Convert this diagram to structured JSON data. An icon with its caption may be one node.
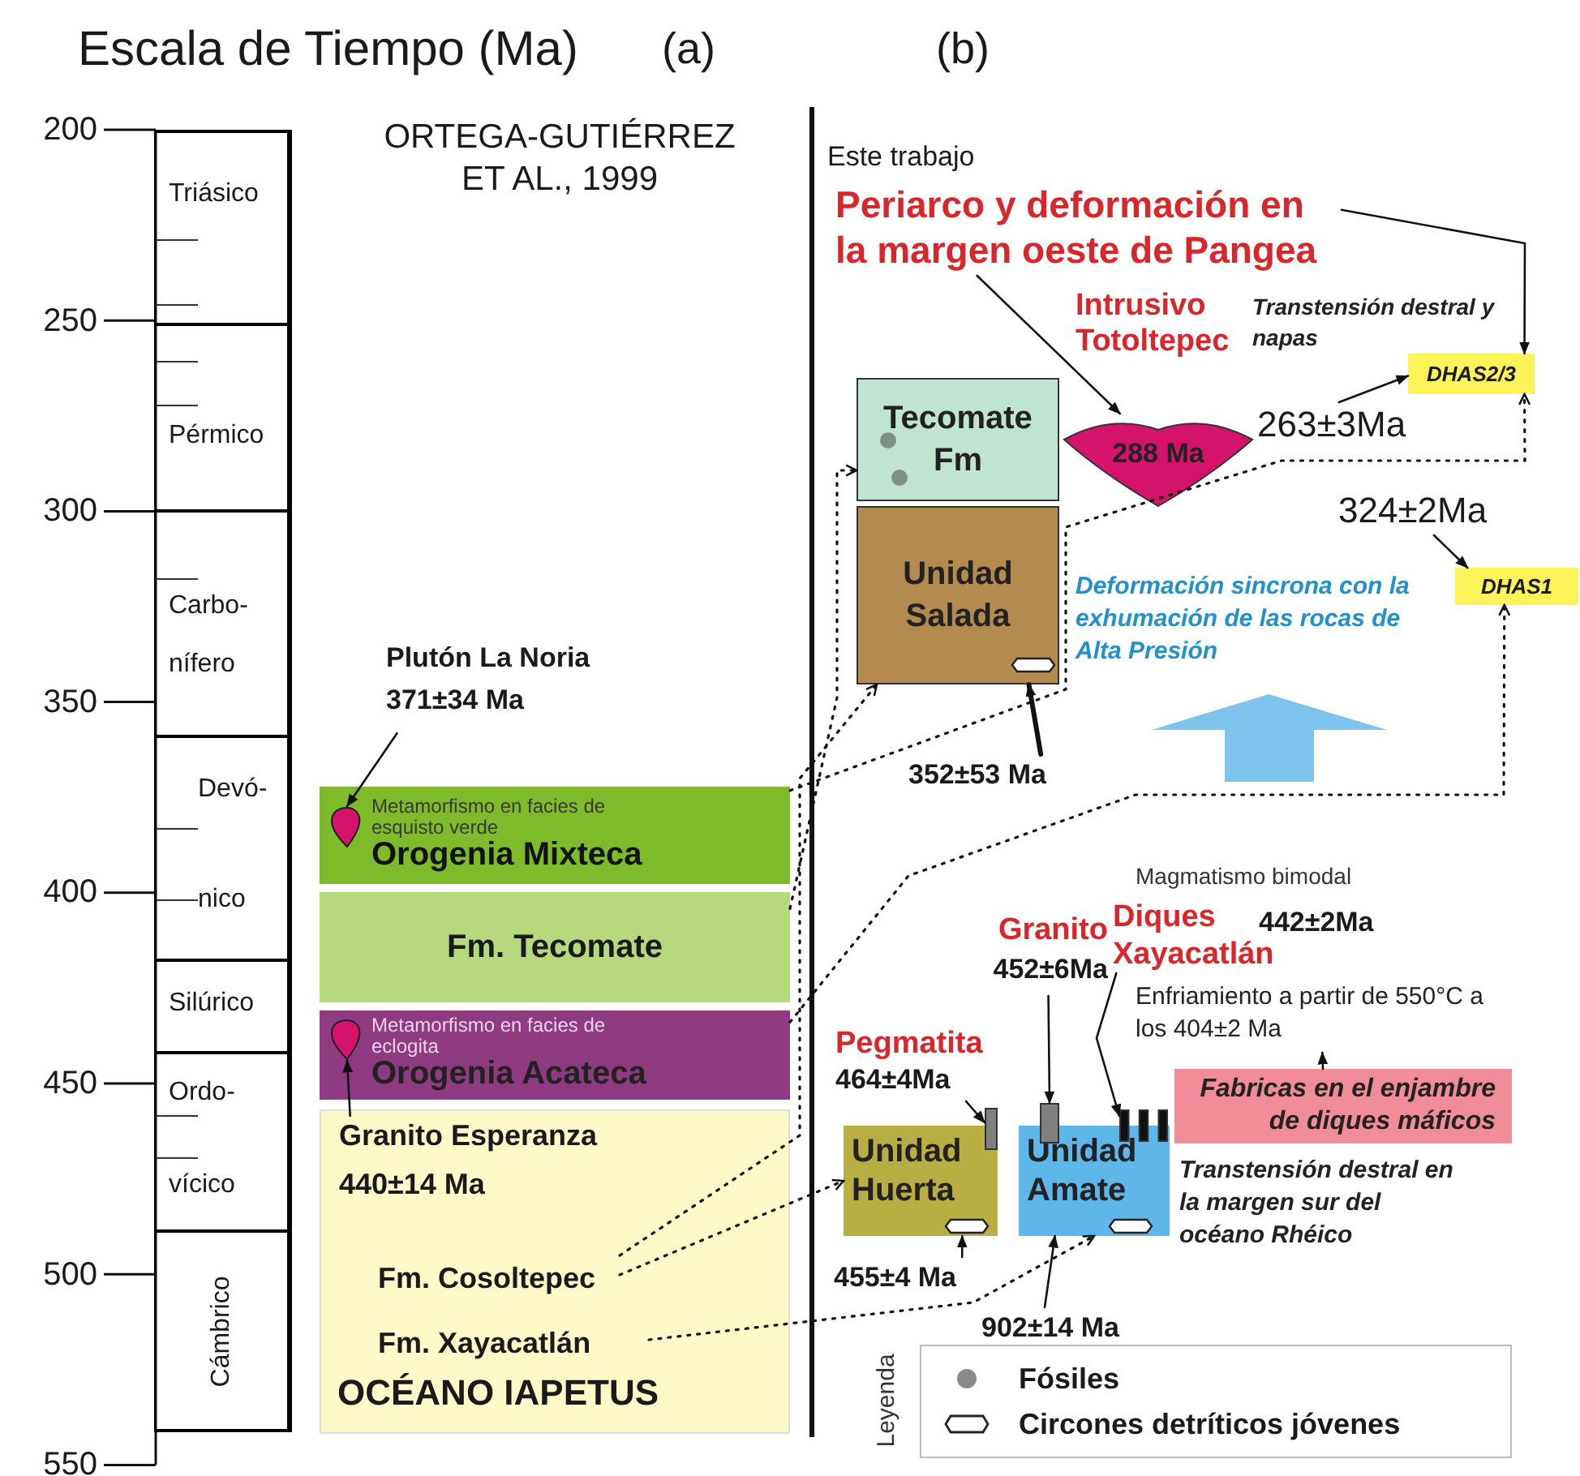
{
  "diagram": {
    "title": "Escala de Tiempo (Ma)",
    "nodes": [
      {
        "text": [
          "Triásico"
        ]
      },
      {
        "text": [
          "Pérmico"
        ]
      },
      {
        "text": [
          "Carbo- nífero"
        ]
      },
      {
        "text": [
          "Devó- nico"
        ]
      },
      {
        "text": [
          "Silúrico"
        ]
      },
      {
        "text": [
          "Ordo- vícico"
        ]
      },
      {
        "text": [
          "Cámbrico"
        ]
      },
      {
        "text": [
          "Plutón La Noria",
          "371±34 Ma"
        ]
      },
      {
        "text": [
          "Metamorfismo en facies de esquisto verde",
          "Orogenia Mixteca"
        ]
      },
      {
        "text": [],
        "shape": "drop",
        "in": 8
      },
      {
        "text": [
          "Fm. Tecomate"
        ]
      },
      {
        "text": [
          "Metamorfismo en facies de eclogita",
          "Orogenia Acateca"
        ]
      },
      {
        "text": [],
        "shape": "drop",
        "in": 11
      },
      {
        "text": [
          "OCÉANO IAPETUS"
        ]
      },
      {
        "text": [
          "Granito Esperanza",
          "440±14 Ma"
        ],
        "in": 13
      },
      {
        "text": [
          "Fm. Cosoltepec"
        ],
        "in": 13
      },
      {
        "text": [
          "Fm. Xayacatlán"
        ],
        "in": 13
      },
      {
        "text": [
          "Periarco y deformación en la margen oeste de Pangea"
        ]
      },
      {
        "text": [
          "Tecomate Fm"
        ]
      },
      {
        "text": [
          "Unidad Salada"
        ]
      },
      {
        "text": [
          "288 Ma"
        ]
      },
      {
        "text": [
          "DHAS2/3"
        ]
      },
      {
        "text": [
          "263±3Ma"
        ]
      },
      {
        "text": [
          "324±2Ma"
        ]
      },
      {
        "text": [
          "DHAS1"
        ]
      },
      {
        "text": [
          "352±53 Ma"
        ]
      },
      {
        "text": [
          "Granito",
          "452±6Ma"
        ]
      },
      {
        "text": [
          "Diques Xayacatlán"
        ],
        "beside": [
          "442±2Ma"
        ]
      },
      {
        "text": [
          "Enfriamiento a partir de 550°C a los 404±2 Ma"
        ]
      },
      {
        "text": [
          "Fabricas en el enjambre de diques máficos"
        ]
      },
      {
        "text": [
          "Pegmatita",
          "464±4Ma"
        ]
      },
      {
        "text": [
          "Unidad Huerta"
        ]
      },
      {
        "text": [],
        "shape": "bar"
      },
      {
        "text": [
          "Unidad Amate"
        ]
      },
      {
        "text": [],
        "shape": "bar"
      },
      {
        "text": [],
        "shape": "bar"
      },
      {
        "text": [
          "455±4 Ma"
        ]
      },
      {
        "text": [
          "902±14 Ma"
        ]
      }
    ],
    "edges": [
      {
        "from": 7,
        "to": 9,
        "arrow": "to"
      },
      {
        "from": 14,
        "to": 12,
        "arrow": "to"
      },
      {
        "from": 10,
        "to": 18,
        "arrow": "to",
        "style": "dashed"
      },
      {
        "from": 8,
        "to": 21,
        "arrow": "to",
        "style": "dashed"
      },
      {
        "from": 11,
        "to": 24,
        "arrow": "to",
        "style": "dashed"
      },
      {
        "from": 15,
        "to": 19,
        "arrow": "to",
        "style": "dashed"
      },
      {
        "from": 15,
        "to": 31,
        "arrow": "to",
        "style": "dashed"
      },
      {
        "from": 16,
        "to": 33,
        "arrow": "to",
        "style": "dashed"
      },
      {
        "from": 17,
        "to": 20,
        "arrow": "to"
      },
      {
        "from": 17,
        "to": 21,
        "arrow": "to"
      },
      {
        "from": 22,
        "to": 21,
        "arrow": "to"
      },
      {
        "from": 23,
        "to": 24,
        "arrow": "to"
      },
      {
        "from": 25,
        "to": 19,
        "arrow": "to",
        "style": "thick"
      },
      {
        "from": 30,
        "to": 32,
        "arrow": "to"
      },
      {
        "from": 26,
        "to": 34,
        "arrow": "to"
      },
      {
        "from": 27,
        "to": 35,
        "arrow": "to"
      },
      {
        "from": 29,
        "to": 28,
        "arrow": "to"
      },
      {
        "from": 36,
        "to": 31,
        "arrow": "to"
      },
      {
        "from": 37,
        "to": 33,
        "arrow": "to"
      }
    ],
    "labels": [
      "(a)",
      "ORTEGA-GUTIÉRREZ ET AL., 1999",
      "(b)",
      "Este trabajo",
      "200",
      "250",
      "300",
      "350",
      "400",
      "450",
      "500",
      "550",
      "Transtensión destral y napas",
      "Deformación sincrona con la exhumación de las rocas de Alta Presión",
      "Magmatismo bimodal",
      "Transtensión destral en la margen sur del océano Rhéico",
      "Leyenda",
      "Intrusivo Totoltepec"
    ],
    "legend": [
      {
        "text": "Fósiles"
      },
      {
        "text": "Circones detríticos jóvenes"
      }
    ]
  }
}
